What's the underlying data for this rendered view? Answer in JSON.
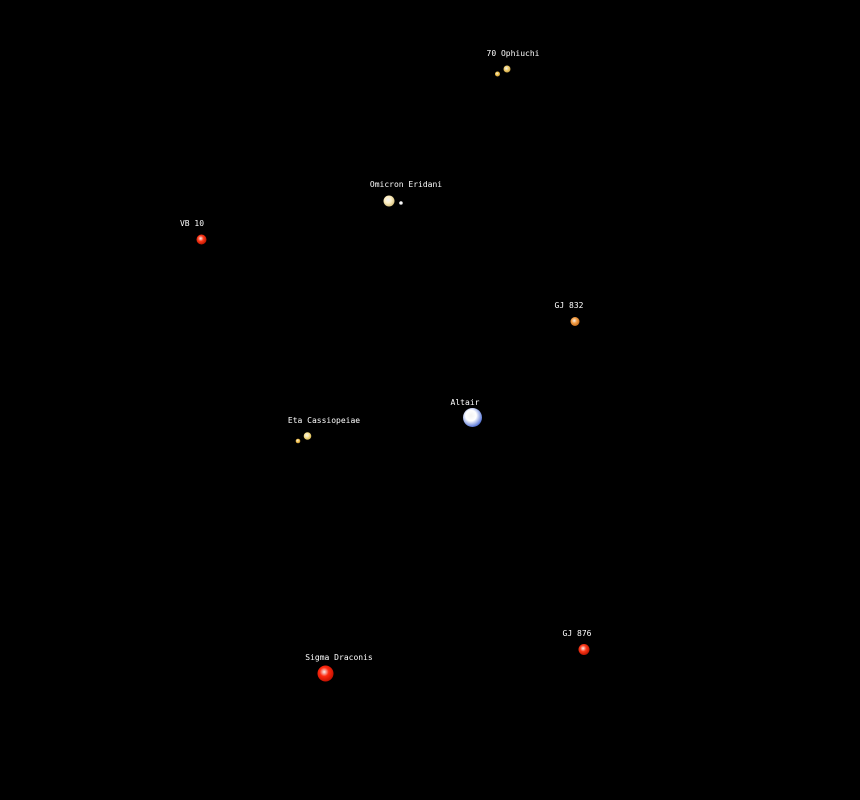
{
  "scene": {
    "background": "#000000",
    "label_color": "#ffffff"
  },
  "stars": [
    {
      "id": "70-ophiuchi",
      "name": "70 Ophiuchi",
      "components": [
        {
          "color": "#f2d27a",
          "rim": "#c9a13e"
        },
        {
          "color": "#f4c95a",
          "rim": "#c99a2c"
        }
      ]
    },
    {
      "id": "omicron-eridani",
      "name": "Omicron Eridani",
      "components": [
        {
          "color": "#fff1c8",
          "rim": "#d8c27e"
        },
        {
          "color": "#ffffff",
          "rim": "#cfcfcf"
        }
      ]
    },
    {
      "id": "wolf-1055",
      "name": "VB 10",
      "components": [
        {
          "color": "#ff3a1a",
          "rim": "#b81400"
        }
      ]
    },
    {
      "id": "gj-832",
      "name": "GJ 832",
      "components": [
        {
          "color": "#f6a24a",
          "rim": "#c46a1a"
        }
      ]
    },
    {
      "id": "altair",
      "name": "Altair",
      "components": [
        {
          "color": "#ffffff",
          "rim": "#4f6fd6"
        }
      ]
    },
    {
      "id": "eta-cassiopeiae",
      "name": "Eta Cassiopeiae",
      "components": [
        {
          "color": "#fbe69a",
          "rim": "#d2b24a"
        },
        {
          "color": "#f7c95c",
          "rim": "#c8962a"
        }
      ]
    },
    {
      "id": "gj-876",
      "name": "GJ 876",
      "components": [
        {
          "color": "#ff3a1a",
          "rim": "#b81400"
        }
      ]
    },
    {
      "id": "sigma-draconis",
      "name": "Sigma Draconis",
      "components": [
        {
          "color": "#ff2a10",
          "rim": "#c11000"
        }
      ]
    }
  ]
}
